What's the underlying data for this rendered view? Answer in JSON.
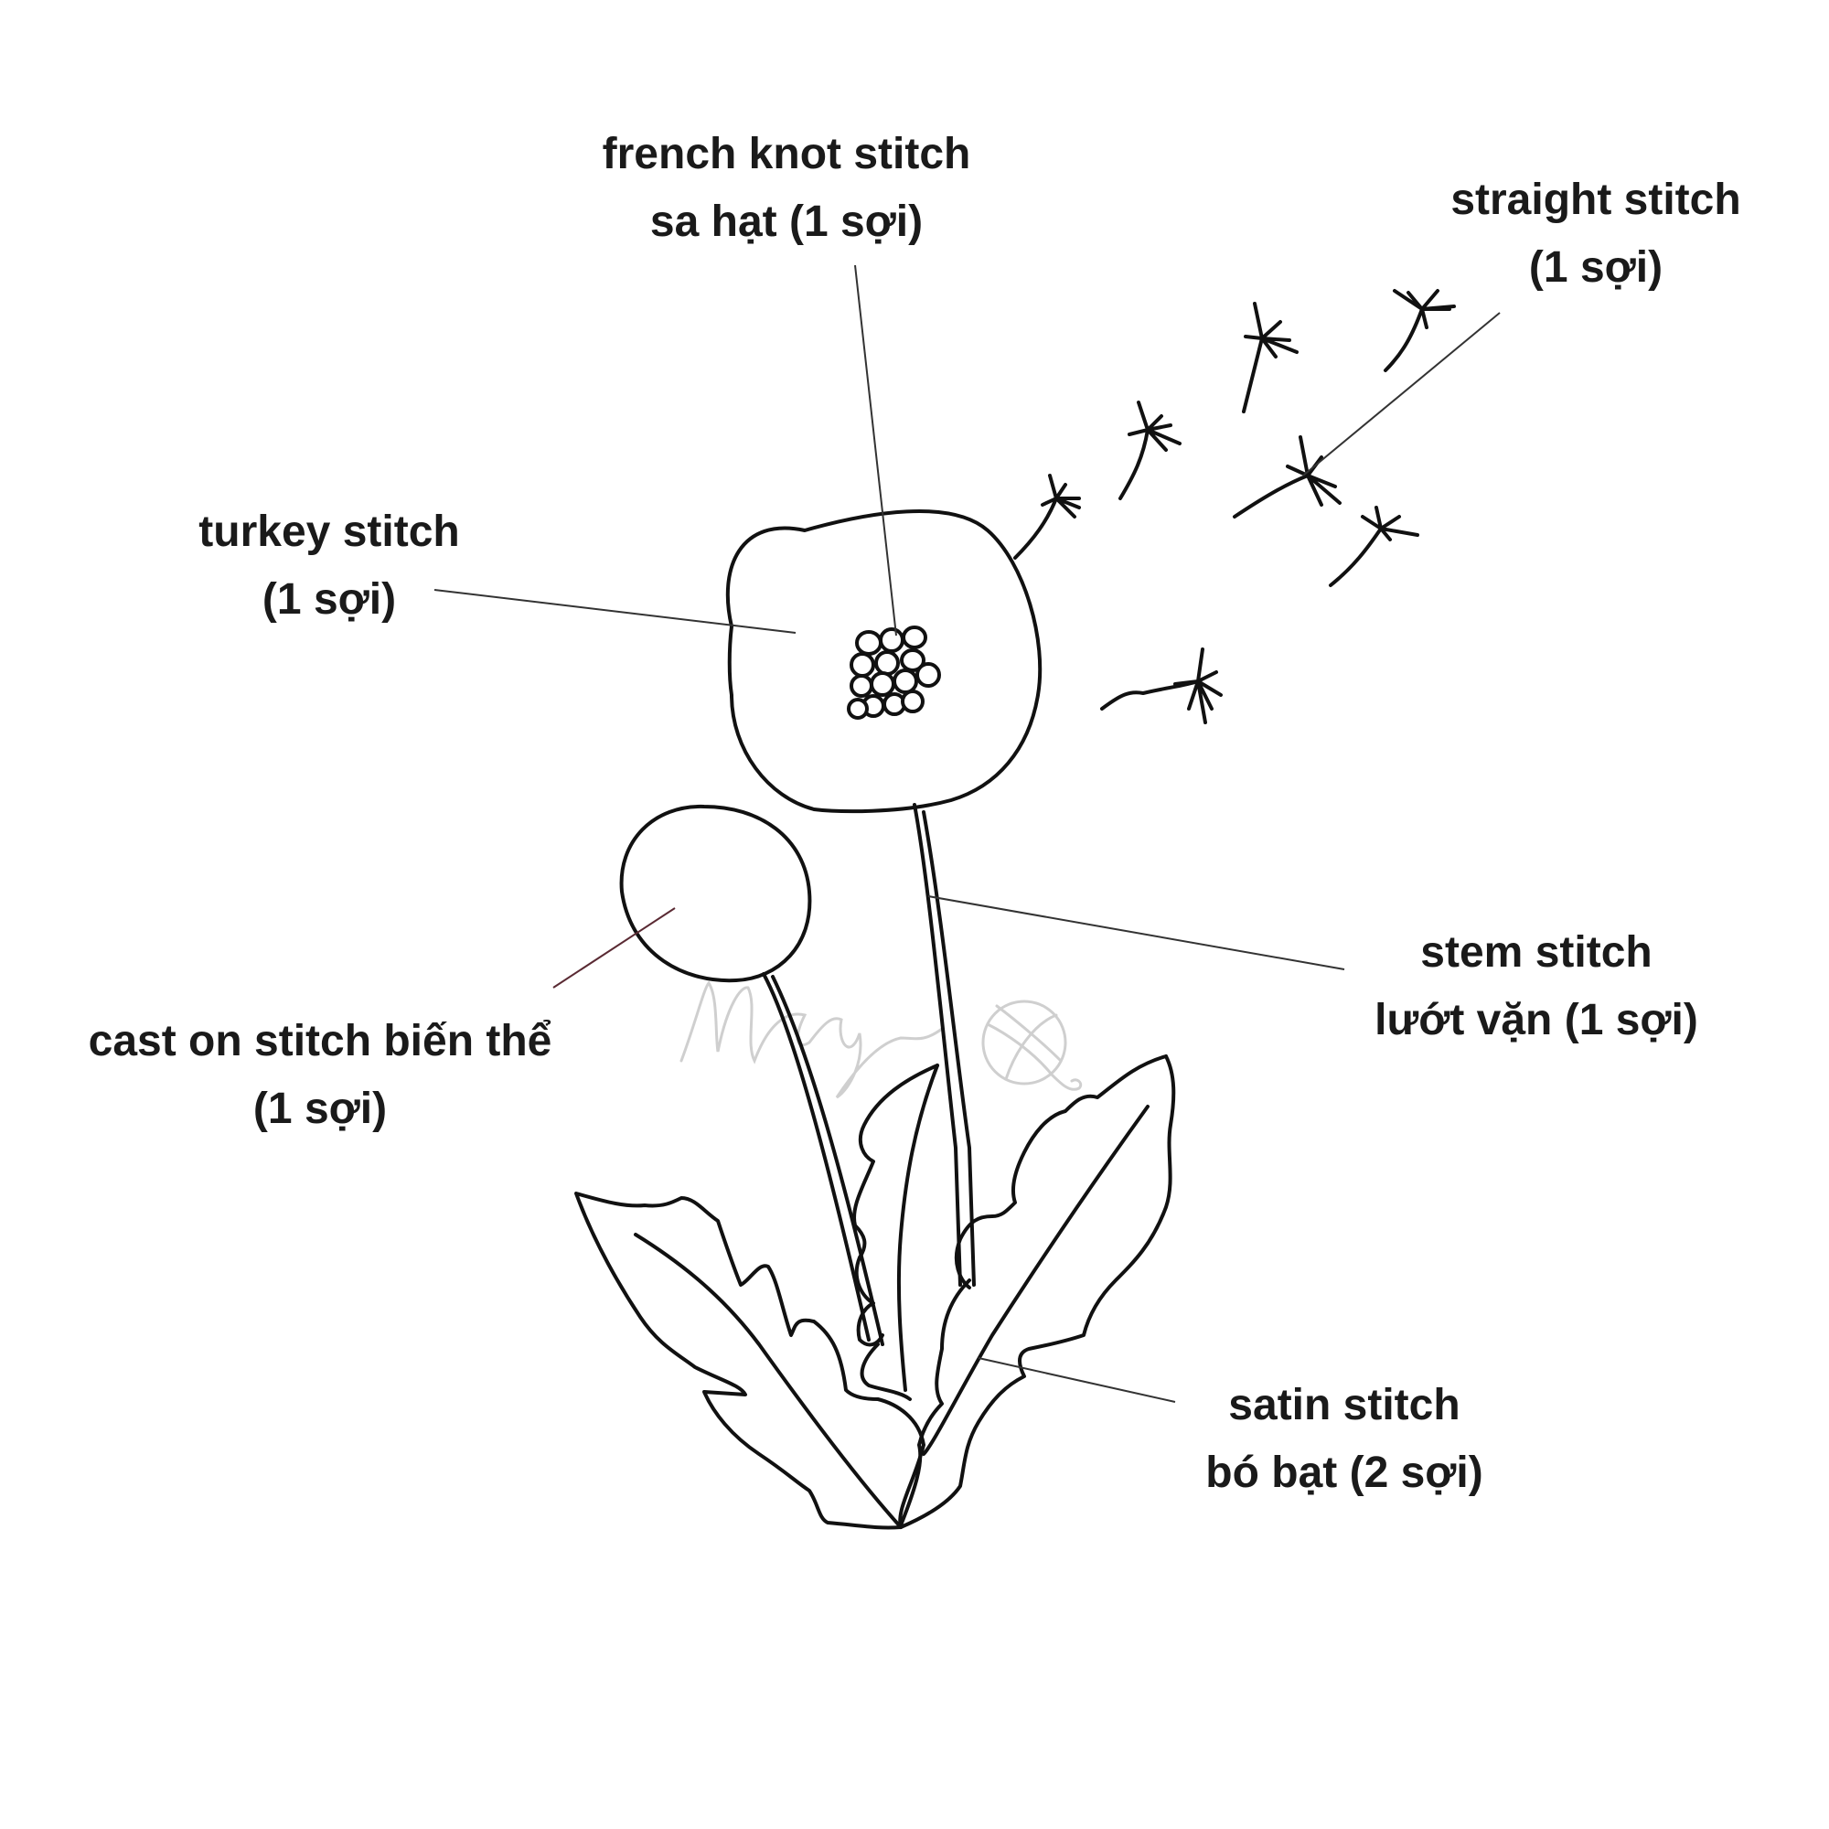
{
  "colors": {
    "ink": "#111111",
    "label": "#1a1a1a",
    "leader": "#333333",
    "cast_leader": "#5a2a33",
    "watermark": "#cfcfcf"
  },
  "labels": {
    "french_knot": {
      "line1": "french knot stitch",
      "line2": "sa hạt (1 sợi)"
    },
    "straight": {
      "line1": "straight stitch",
      "line2": "(1 sợi)"
    },
    "turkey": {
      "line1": "turkey stitch",
      "line2": "(1 sợi)"
    },
    "stem": {
      "line1": "stem stitch",
      "line2": "lướt vặn (1 sợi)"
    },
    "cast_on": {
      "line1": "cast on stitch biến thể",
      "line2": "(1 sợi)"
    },
    "satin": {
      "line1": "satin stitch",
      "line2": "bó bạt (2 sợi)"
    }
  },
  "watermark": {
    "icon": "yarn-ball-icon"
  }
}
